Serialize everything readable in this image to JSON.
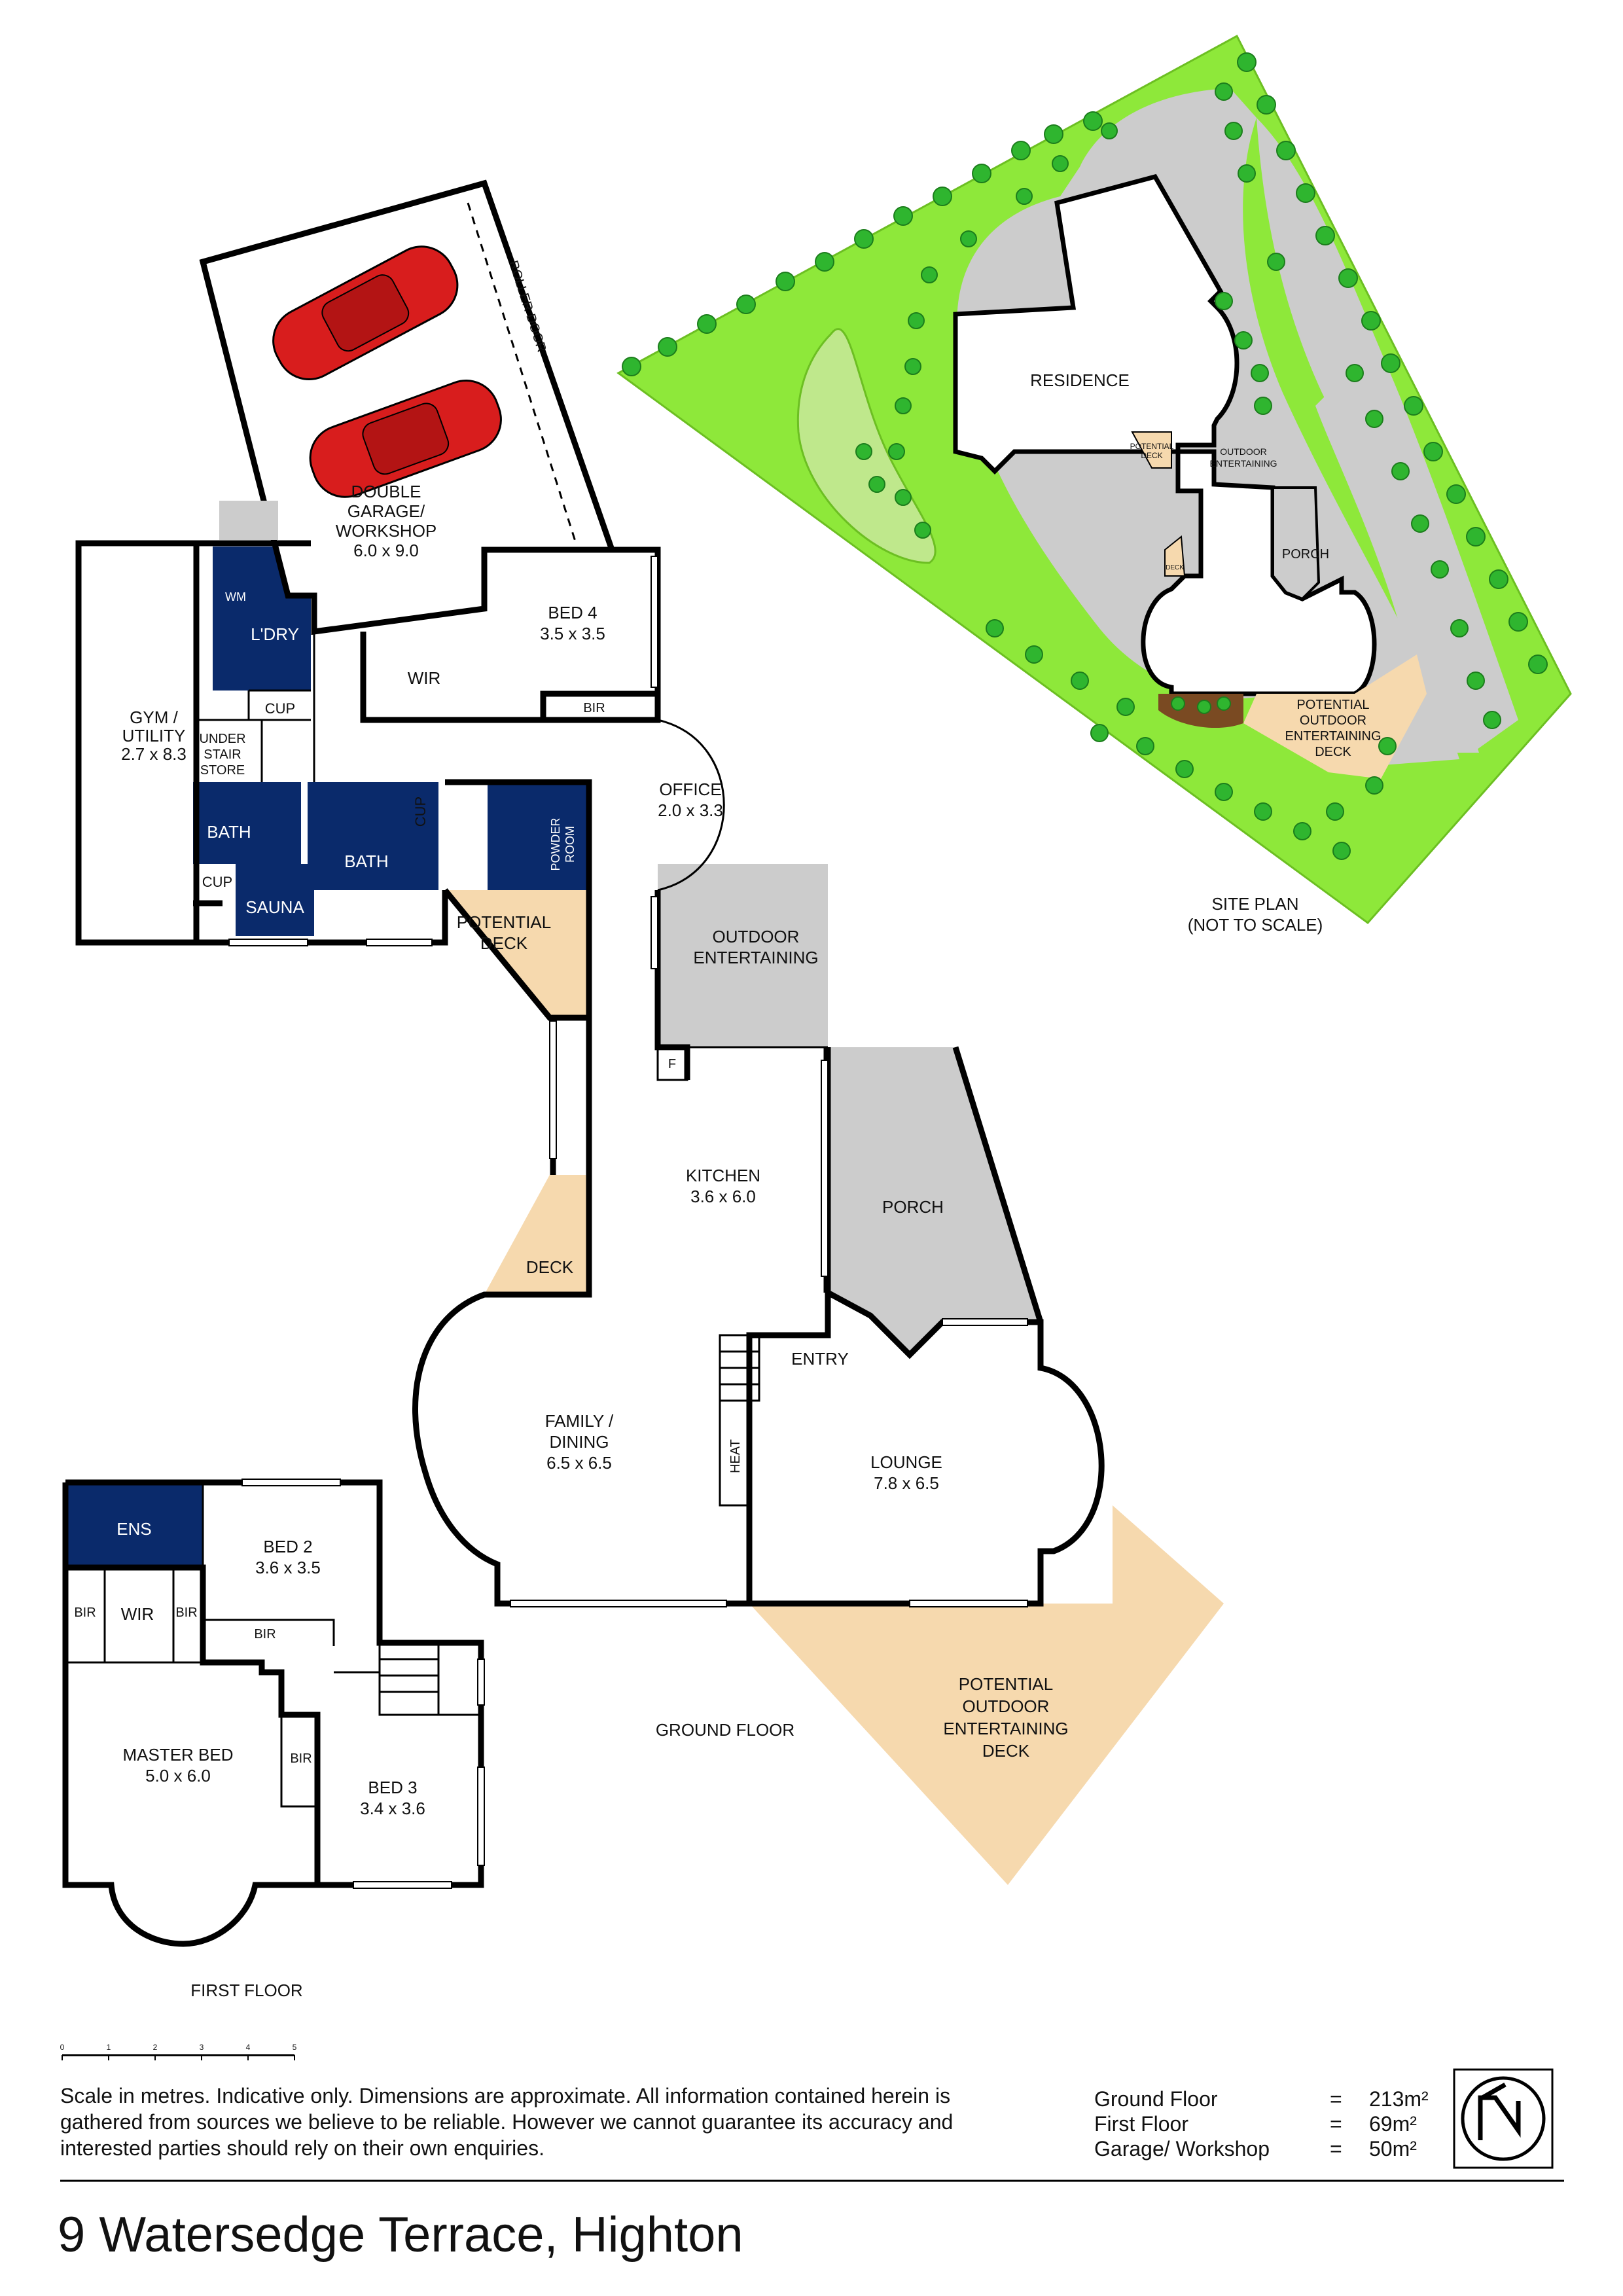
{
  "address": "9 Watersedge Terrace, Highton",
  "disclaimer": "Scale in metres. Indicative only. Dimensions are approximate. All information contained herein is gathered from sources we believe to be reliable. However we cannot guarantee its accuracy and interested parties should rely on their own enquiries.",
  "areas": [
    {
      "name": "Ground Floor",
      "value": "213m²"
    },
    {
      "name": "First Floor",
      "value": "69m²"
    },
    {
      "name": "Garage/ Workshop",
      "value": "50m²"
    }
  ],
  "area_separator": "=",
  "scale_ticks": [
    "0",
    "1",
    "2",
    "3",
    "4",
    "5"
  ],
  "compass_icon": "north-arrow-icon",
  "colors": {
    "wet_area": "#0a2a6b",
    "deck": "#f6d9ae",
    "paving": "#cccccc",
    "lawn": "#8ee83a",
    "tree": "#2fb52f",
    "car": "#d81d1d"
  },
  "site_plan": {
    "caption_1": "SITE PLAN",
    "caption_2": "(NOT TO SCALE)",
    "residence": "RESIDENCE",
    "potential_deck_1": "POTENTIAL",
    "potential_deck_2": "DECK",
    "outdoor_1": "OUTDOOR",
    "outdoor_2": "ENTERTAINING",
    "porch": "PORCH",
    "deck": "DECK",
    "pot_outdoor_1": "POTENTIAL",
    "pot_outdoor_2": "OUTDOOR",
    "pot_outdoor_3": "ENTERTAINING",
    "pot_outdoor_4": "DECK"
  },
  "ground_floor": {
    "caption": "GROUND FLOOR",
    "garage_1": "DOUBLE",
    "garage_2": "GARAGE/",
    "garage_3": "WORKSHOP",
    "garage_dim": "6.0 x 9.0",
    "roller_door": "ROLLER DOOR",
    "bed4": "BED 4",
    "bed4_dim": "3.5 x 3.5",
    "wir": "WIR",
    "bir": "BIR",
    "wm": "WM",
    "laundry": "L'DRY",
    "cup": "CUP",
    "gym_1": "GYM /",
    "gym_2": "UTILITY",
    "gym_dim": "2.7 x 8.3",
    "under_stair_1": "UNDER",
    "under_stair_2": "STAIR",
    "under_stair_3": "STORE",
    "bath": "BATH",
    "sauna": "SAUNA",
    "powder_1": "POWDER",
    "powder_2": "ROOM",
    "office": "OFFICE",
    "office_dim": "2.0 x 3.3",
    "potential_deck_1": "POTENTIAL",
    "potential_deck_2": "DECK",
    "outdoor_1": "OUTDOOR",
    "outdoor_2": "ENTERTAINING",
    "fridge": "F",
    "kitchen": "KITCHEN",
    "kitchen_dim": "3.6 x 6.0",
    "porch": "PORCH",
    "deck": "DECK",
    "entry": "ENTRY",
    "family_1": "FAMILY /",
    "family_2": "DINING",
    "family_dim": "6.5 x 6.5",
    "heat": "HEAT",
    "lounge": "LOUNGE",
    "lounge_dim": "7.8 x 6.5",
    "pot_outdoor_1": "POTENTIAL",
    "pot_outdoor_2": "OUTDOOR",
    "pot_outdoor_3": "ENTERTAINING",
    "pot_outdoor_4": "DECK"
  },
  "first_floor": {
    "caption": "FIRST FLOOR",
    "ens": "ENS",
    "bed2": "BED 2",
    "bed2_dim": "3.6 x 3.5",
    "bir": "BIR",
    "wir": "WIR",
    "master_1": "MASTER BED",
    "master_dim": "5.0 x 6.0",
    "bed3": "BED 3",
    "bed3_dim": "3.4 x 3.6"
  }
}
